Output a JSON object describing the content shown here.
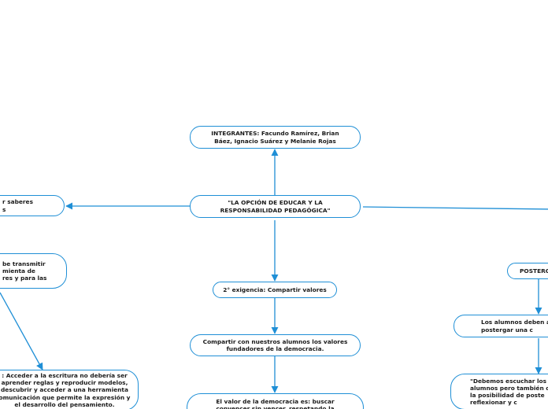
{
  "colors": {
    "line": "#1f8fd6",
    "border": "#1f8fd6",
    "text": "#1a1a1a"
  },
  "nodes": {
    "integrantes": "INTEGRANTES: Facundo Ramírez, Brian\nBáez, Ignacio Suárez y Melanie Rojas",
    "central": "\"LA OPCIÓN DE EDUCAR Y LA\nRESPONSABILIDAD PEDAGÓGICA\"",
    "left_top": "r saberes\ns",
    "left_mid": "be transmitir\nmienta de\nres y para las",
    "left_bottom": ": Acceder a la escritura no debería ser\naprender reglas y reproducir modelos,\ndescubrir y acceder a una herramienta\nomunicación que permite la expresión y\nel desarrollo del pensamiento.",
    "exigencia2": "2° exigencia: Compartir valores",
    "compartir": "Compartir con nuestros alumnos los valores\nfundadores de la democracia.",
    "democracia": "El valor de la democracia es: buscar\nconvencer sin vencer, respetando la",
    "posterg": "POSTERG",
    "alumnos_deben": "Los alumnos deben ap\npostergar una c",
    "debemos": "\"Debemos escuchar los\nalumnos pero también de\nla posibilidad de poste\nreflexionar y c"
  }
}
